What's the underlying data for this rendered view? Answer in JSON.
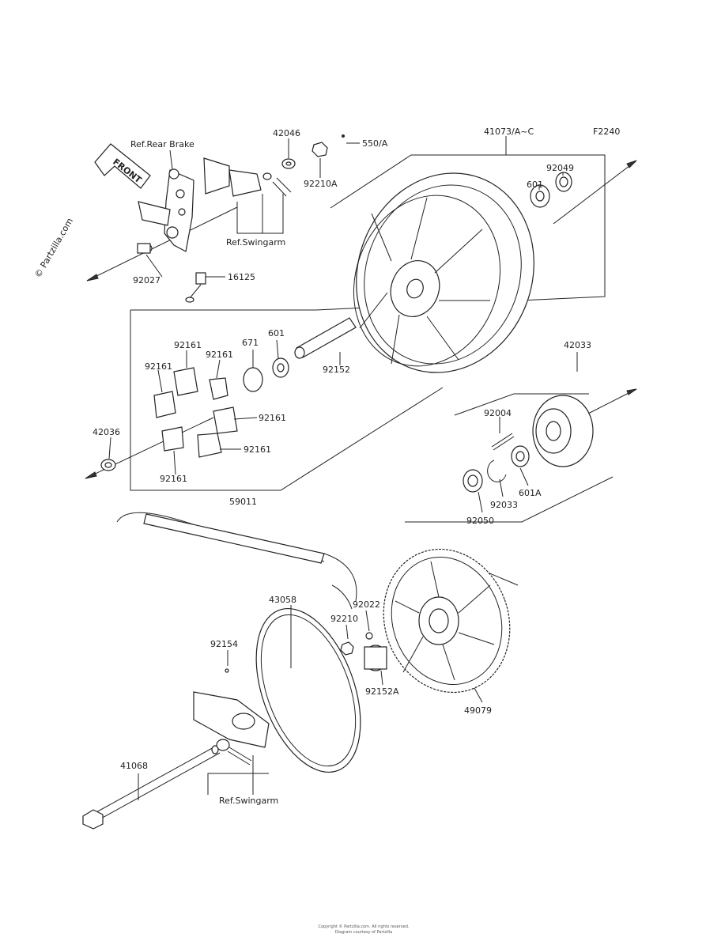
{
  "figure_code": "F2240",
  "watermark": "© Partzilla.com",
  "front_badge": "FRONT",
  "refs": {
    "rear_brake": "Ref.Rear Brake",
    "swingarm_top": "Ref.Swingarm",
    "swingarm_bottom": "Ref.Swingarm"
  },
  "parts": {
    "p42046": "42046",
    "p550A": "550/A",
    "p41073": "41073/A~C",
    "p92049": "92049",
    "p601_top": "601",
    "p92210A": "92210A",
    "p92027": "92027",
    "p16125": "16125",
    "p92161_a": "92161",
    "p92161_b": "92161",
    "p92161_c": "92161",
    "p92161_d": "92161",
    "p92161_e": "92161",
    "p92161_f": "92161",
    "p671": "671",
    "p601_mid": "601",
    "p92152": "92152",
    "p42033": "42033",
    "p42036": "42036",
    "p92004": "92004",
    "p601A": "601A",
    "p92033": "92033",
    "p92050": "92050",
    "p59011": "59011",
    "p43058": "43058",
    "p92022": "92022",
    "p92210": "92210",
    "p92154": "92154",
    "p92152A": "92152A",
    "p49079": "49079",
    "p41068": "41068"
  },
  "footer_line1": "Copyright © Partzilla.com. All rights reserved.",
  "footer_line2": "Diagram courtesy of Partzilla"
}
